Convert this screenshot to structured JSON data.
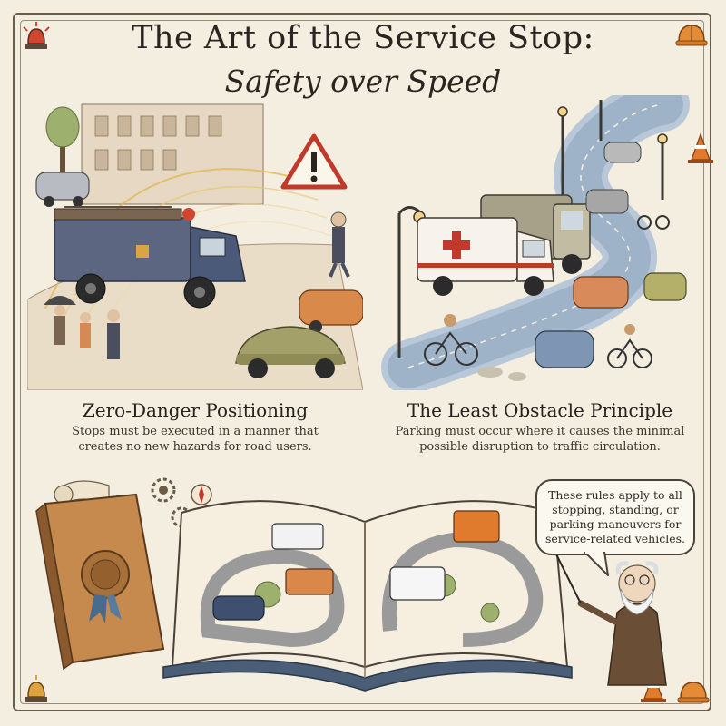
{
  "header": {
    "title": "The Art of the Service Stop:",
    "subtitle": "Safety over Speed"
  },
  "panels": [
    {
      "heading": "Zero-Danger Positioning",
      "caption_line1": "Stops must be executed in a manner that",
      "caption_line2": "creates no new hazards for road users."
    },
    {
      "heading": "The Least Obstacle Principle",
      "caption_line1": "Parking must occur where it causes the minimal",
      "caption_line2": "possible disruption to traffic circulation."
    }
  ],
  "speech_bubble": {
    "line1": "These rules apply to all",
    "line2": "stopping, standing, or",
    "line3": "parking maneuvers for",
    "line4": "service-related vehicles."
  },
  "colors": {
    "background": "#f4eee0",
    "ink": "#2e2a24",
    "fire_truck": "#4b5a78",
    "warning_red": "#c0392b",
    "cone_orange": "#e07a2c",
    "road": "#9fb3c8"
  },
  "icons": [
    "warning-triangle-icon",
    "siren-light-icon",
    "hard-hat-icon",
    "traffic-cone-icon",
    "gear-icon",
    "compass-icon",
    "scroll-icon",
    "wax-seal-icon"
  ]
}
